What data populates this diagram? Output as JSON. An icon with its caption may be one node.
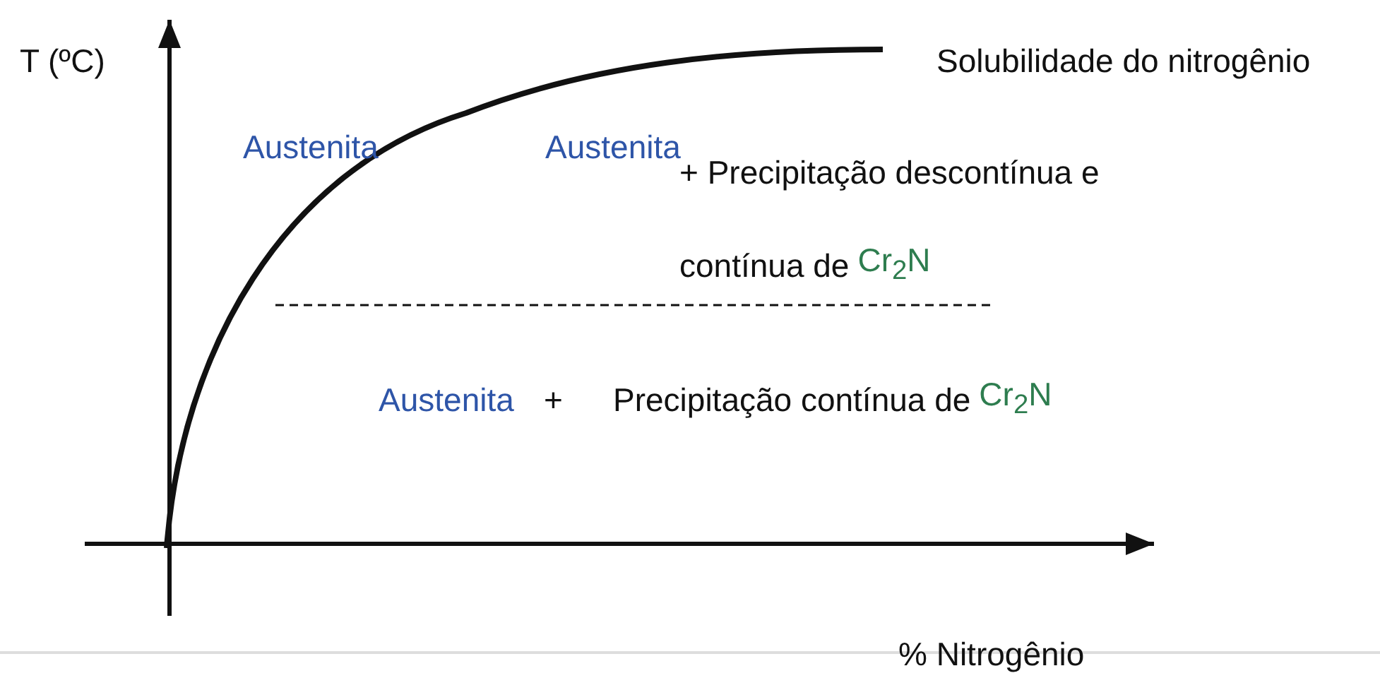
{
  "diagram": {
    "labels": [
      "T (ºC)",
      "Solubilidade do nitrogênio",
      "Austenita",
      "Austenita",
      "+ Precipitação descontínua e contínua de",
      "Cr$_{2}$N",
      "Austenita",
      "+",
      "Precipitação contínua de",
      "Cr$_{2}$N",
      "% Nitrogênio"
    ]
  }
}
